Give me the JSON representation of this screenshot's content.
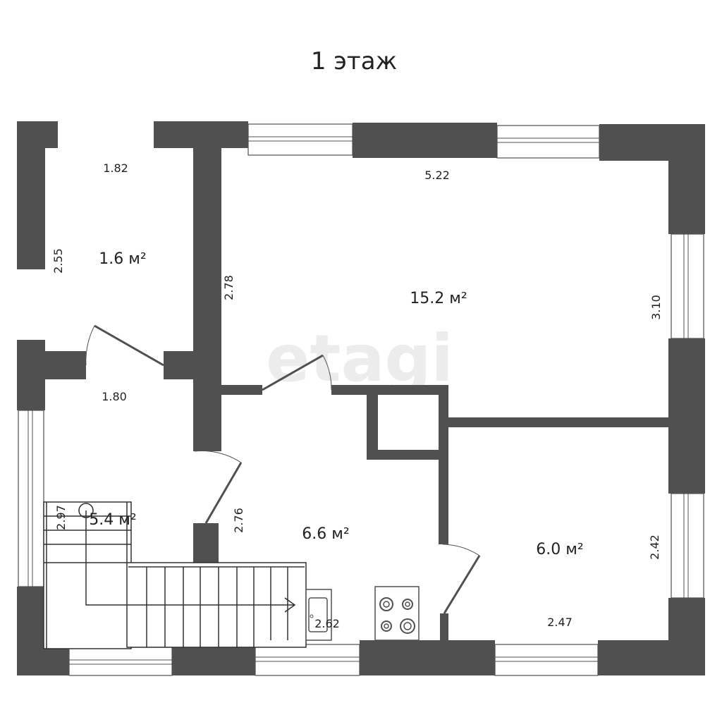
{
  "title": "1 этаж",
  "watermark": "etagi",
  "areas": {
    "room_top_left": "1.6 м²",
    "room_main": "15.2 м²",
    "room_stair": "5.4 м²",
    "room_hall": "6.6 м²",
    "room_right": "6.0 м²"
  },
  "dimensions": {
    "tl_width": "1.82",
    "tl_height": "2.55",
    "main_width": "5.22",
    "main_left": "2.78",
    "main_right": "3.10",
    "stair_width": "1.80",
    "stair_height": "2.97",
    "hall_height": "2.76",
    "hall_bottom": "2.62",
    "right_height": "2.42",
    "right_bottom": "2.47"
  },
  "icons": {
    "stove": "stove-icon",
    "sink": "sink-icon",
    "stair_arrow": "stair-arrow-icon"
  }
}
